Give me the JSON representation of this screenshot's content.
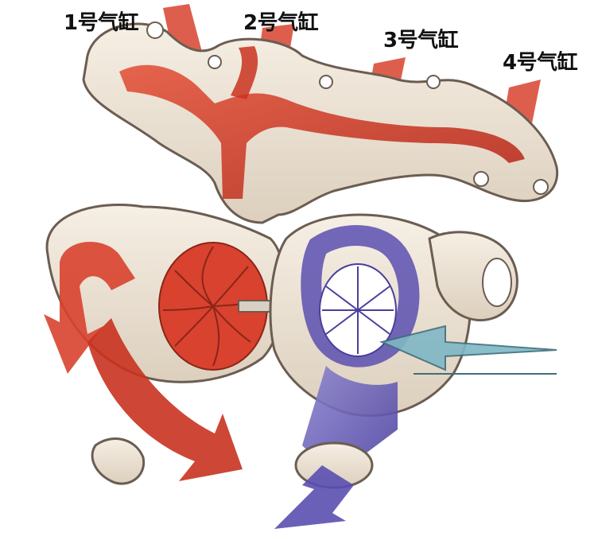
{
  "diagram": {
    "cylinder_labels": [
      "1号气缸",
      "2号气缸",
      "3号气缸",
      "4号气缸"
    ],
    "colors": {
      "exhaust_flow": "#d8422e",
      "exhaust_flow_dark": "#b52a1c",
      "intake_flow": "#5a4fb0",
      "intake_flow_light": "#8d86d0",
      "inlet_air": "#7fb7c6",
      "metal_body": "#efe6d8",
      "metal_outline": "#6b5d52",
      "background": "#ffffff"
    },
    "icons": [
      "exhaust-manifold",
      "turbine-wheel",
      "compressor-wheel",
      "flow-arrow"
    ]
  }
}
